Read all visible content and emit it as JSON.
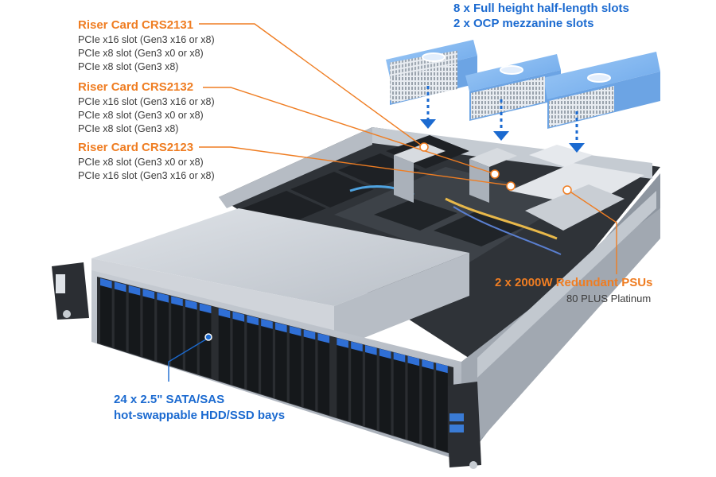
{
  "risers": [
    {
      "title": "Riser Card CRS2131",
      "slots": [
        "PCIe x16 slot (Gen3 x16 or x8)",
        "PCIe x8 slot (Gen3 x0 or x8)",
        "PCIe x8 slot (Gen3 x8)"
      ]
    },
    {
      "title": "Riser Card CRS2132",
      "slots": [
        "PCIe x16 slot (Gen3 x16 or x8)",
        "PCIe x8 slot (Gen3 x0 or x8)",
        "PCIe x8 slot (Gen3 x8)"
      ]
    },
    {
      "title": "Riser Card CRS2123",
      "slots": [
        "PCIe x8 slot (Gen3 x0 or x8)",
        "PCIe x16 slot (Gen3 x16 or x8)"
      ]
    }
  ],
  "expansion": {
    "line1": "8 x Full height half-length slots",
    "line2": "2 x OCP mezzanine slots"
  },
  "psu": {
    "title": "2 x 2000W Redundant PSUs",
    "subtitle": "80 PLUS Platinum"
  },
  "bays": {
    "line1": "24 x 2.5\" SATA/SAS",
    "line2": "hot-swappable HDD/SSD bays"
  },
  "colors": {
    "orange": "#ef7d22",
    "blue": "#1b6ad0",
    "drive_accent": "#2f6fd6",
    "card_blue": "#7cb4f0"
  }
}
